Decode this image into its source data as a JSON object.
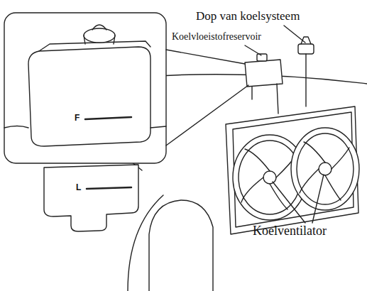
{
  "diagram": {
    "labels": [
      "Dop van koelsysteem",
      "Koelvloeistofreservoir",
      "F",
      "L",
      "Koelventilator"
    ]
  }
}
